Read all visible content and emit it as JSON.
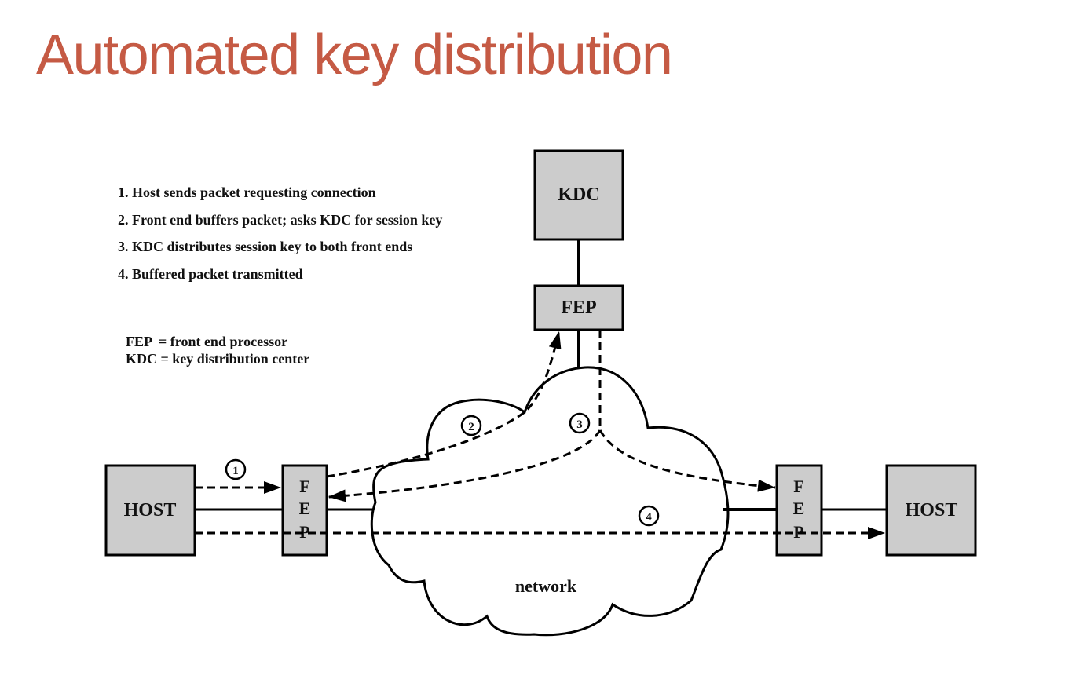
{
  "slide": {
    "title": "Automated key distribution",
    "title_color": "#C55A44"
  },
  "steps": [
    "1. Host sends packet requesting connection",
    "2. Front end buffers packet; asks KDC for session key",
    "3. KDC distributes session key to both front ends",
    "4. Buffered packet transmitted"
  ],
  "legend": [
    {
      "abbr": "FEP",
      "sep": "  = ",
      "meaning": "front end processor"
    },
    {
      "abbr": "KDC",
      "sep": " = ",
      "meaning": "key distribution center"
    }
  ],
  "diagram": {
    "box_fill": "#CCCCCC",
    "kdc_label": "KDC",
    "top_fep_label": "FEP",
    "left_host_label": "HOST",
    "right_host_label": "HOST",
    "left_fep_letters": [
      "F",
      "E",
      "P"
    ],
    "right_fep_letters": [
      "F",
      "E",
      "P"
    ],
    "network_label": "network",
    "step_markers": [
      "1",
      "2",
      "3",
      "4"
    ]
  }
}
